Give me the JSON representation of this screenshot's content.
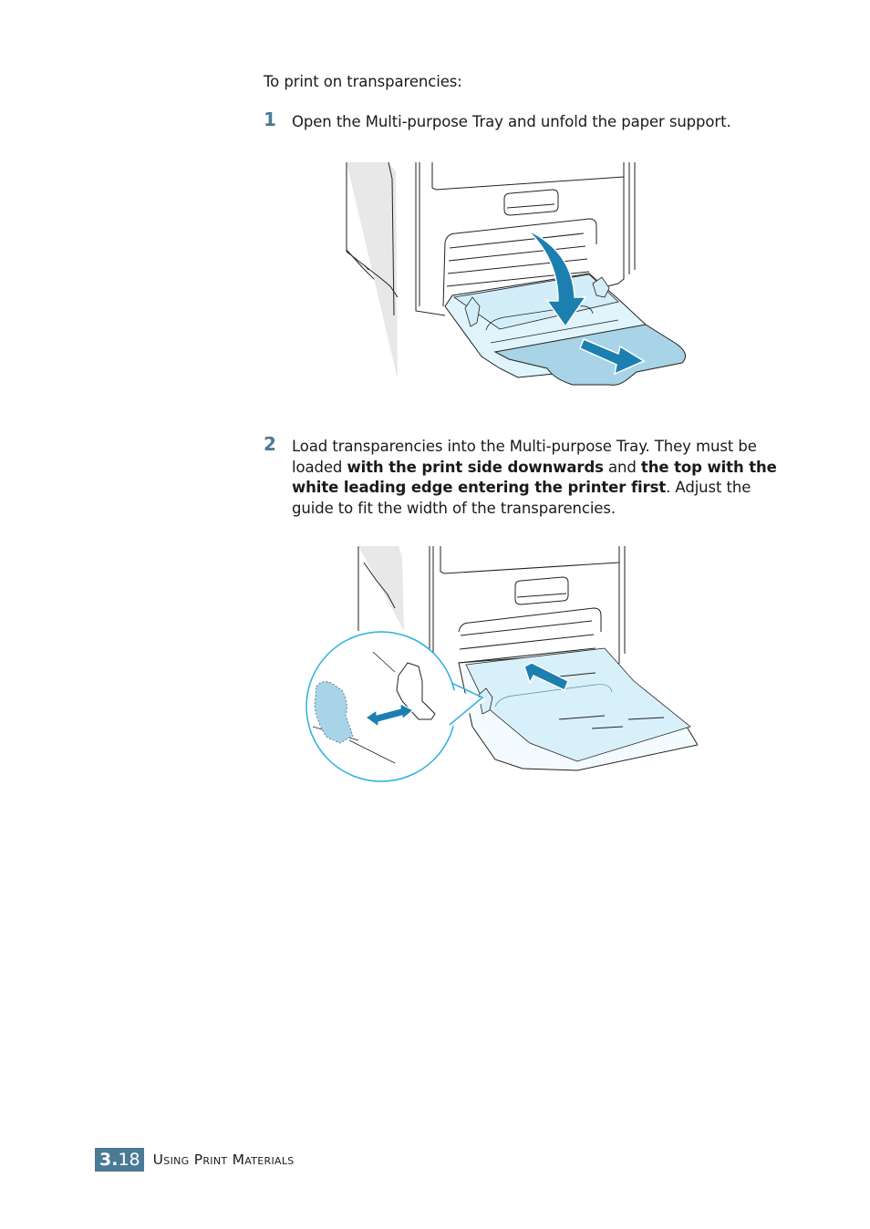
{
  "intro": "To print on transparencies:",
  "steps": [
    {
      "number": "1",
      "text": "Open the Multi-purpose Tray and unfold the paper support.",
      "figure": "printer-open-multipurpose-tray-unfold-support-illustration"
    },
    {
      "number": "2",
      "parts": {
        "p1": "Load transparencies into the Multi-purpose Tray. They must be loaded ",
        "b1": "with the print side downwards",
        "p2": " and ",
        "b2": "the top with the white leading edge entering the printer first",
        "p3": ". Adjust the guide to fit the width of the transparencies."
      },
      "figure": "load-transparencies-adjust-guide-illustration"
    }
  ],
  "footer": {
    "chapter": "3.",
    "page": "18",
    "section": "Using Print Materials",
    "badge_color": "#4a7a96"
  },
  "colors": {
    "accent": "#4a7a96",
    "arrow_blue": "#1b7fb0",
    "tray_light_blue": "#d8f0fa",
    "support_blue": "#a9d3e6",
    "callout_ring": "#2bb0e0"
  }
}
